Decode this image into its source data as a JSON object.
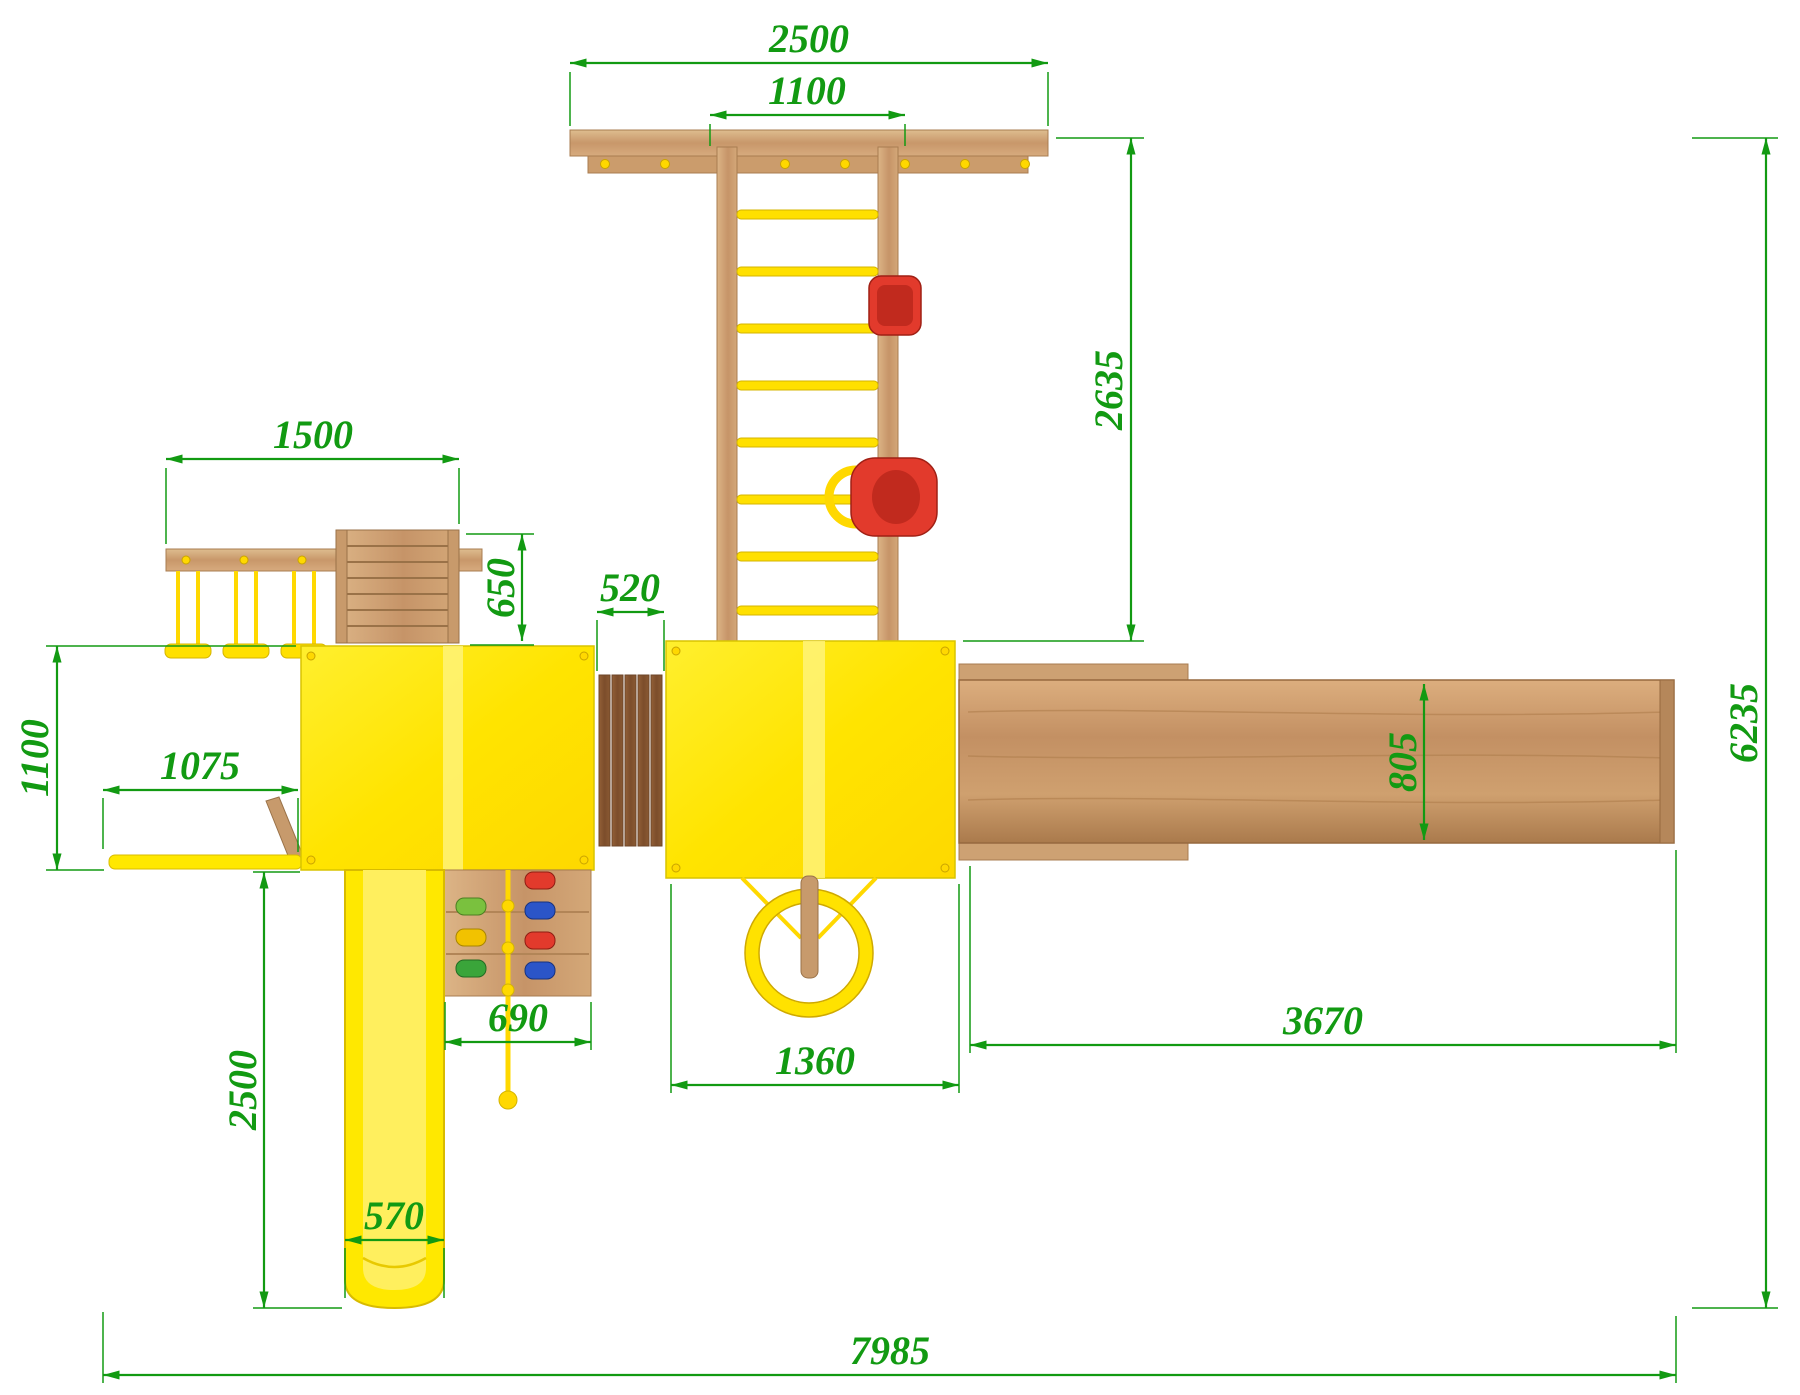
{
  "drawing": {
    "kind": "playground-top-view-dimensioned-drawing",
    "colors": {
      "dimension_green": "#129a12",
      "wood": "#cfa077",
      "panel_yellow": "#ffe800",
      "accent_red": "#e23a2c"
    },
    "dimensions": {
      "top_beam_span": "2500",
      "ladder_width": "1100",
      "ladder_length": "2635",
      "overall_depth": "6235",
      "swing_module_span": "1500",
      "ramp_offset": "650",
      "bridge_span": "520",
      "tower_depth": "1100",
      "side_slide_reach": "1075",
      "slide_length": "2500",
      "slide_width": "570",
      "climbing_wall_width": "690",
      "tower_span": "1360",
      "swing_beam_span": "3670",
      "swing_beam_depth": "805",
      "overall_width": "7985"
    }
  }
}
